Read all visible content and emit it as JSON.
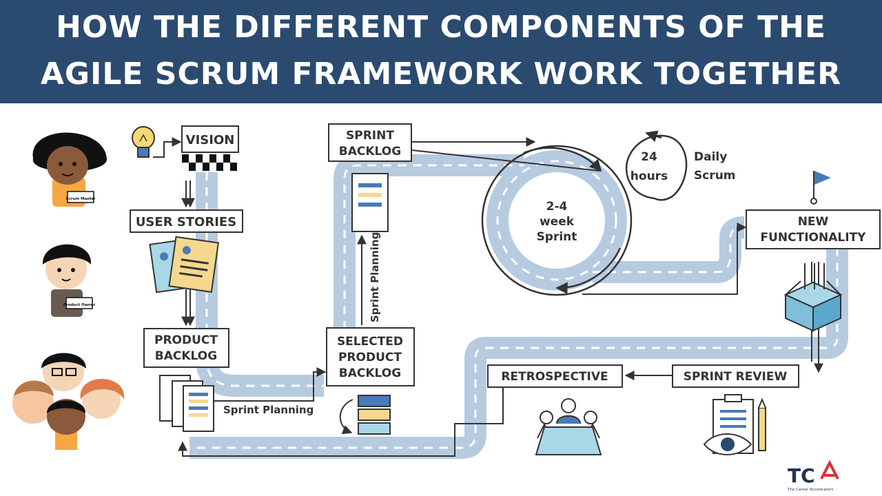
{
  "title": {
    "line1": "HOW THE DIFFERENT COMPONENTS OF THE",
    "line2": "AGILE SCRUM FRAMEWORK WORK TOGETHER"
  },
  "roles": {
    "scrum_master": "Scrum Master",
    "product_owner": "Product Owner"
  },
  "boxes": {
    "vision": "VISION",
    "user_stories": "USER STORIES",
    "product_backlog": [
      "PRODUCT",
      "BACKLOG"
    ],
    "sprint_backlog": [
      "SPRINT",
      "BACKLOG"
    ],
    "selected_product_backlog": [
      "SELECTED",
      "PRODUCT",
      "BACKLOG"
    ],
    "new_functionality": [
      "NEW",
      "FUNCTIONALITY"
    ],
    "retrospective": "RETROSPECTIVE",
    "sprint_review": "SPRINT REVIEW"
  },
  "labels": {
    "sprint_planning_bottom": "Sprint Planning",
    "sprint_planning_vertical": "Sprint Planning",
    "sprint_circle": [
      "2-4",
      "week",
      "Sprint"
    ],
    "daily": [
      "24",
      "hours"
    ],
    "daily_scrum": [
      "Daily",
      "Scrum"
    ]
  },
  "logo": {
    "mark": "TC",
    "tagline": "The Career Accelerators"
  },
  "colors": {
    "banner": "#2b4a6f",
    "road": "#b7cbe0",
    "outline": "#333333",
    "accent_blue": "#4a7ab8",
    "accent_yellow": "#f5d78e",
    "logo_red": "#d9342b"
  }
}
